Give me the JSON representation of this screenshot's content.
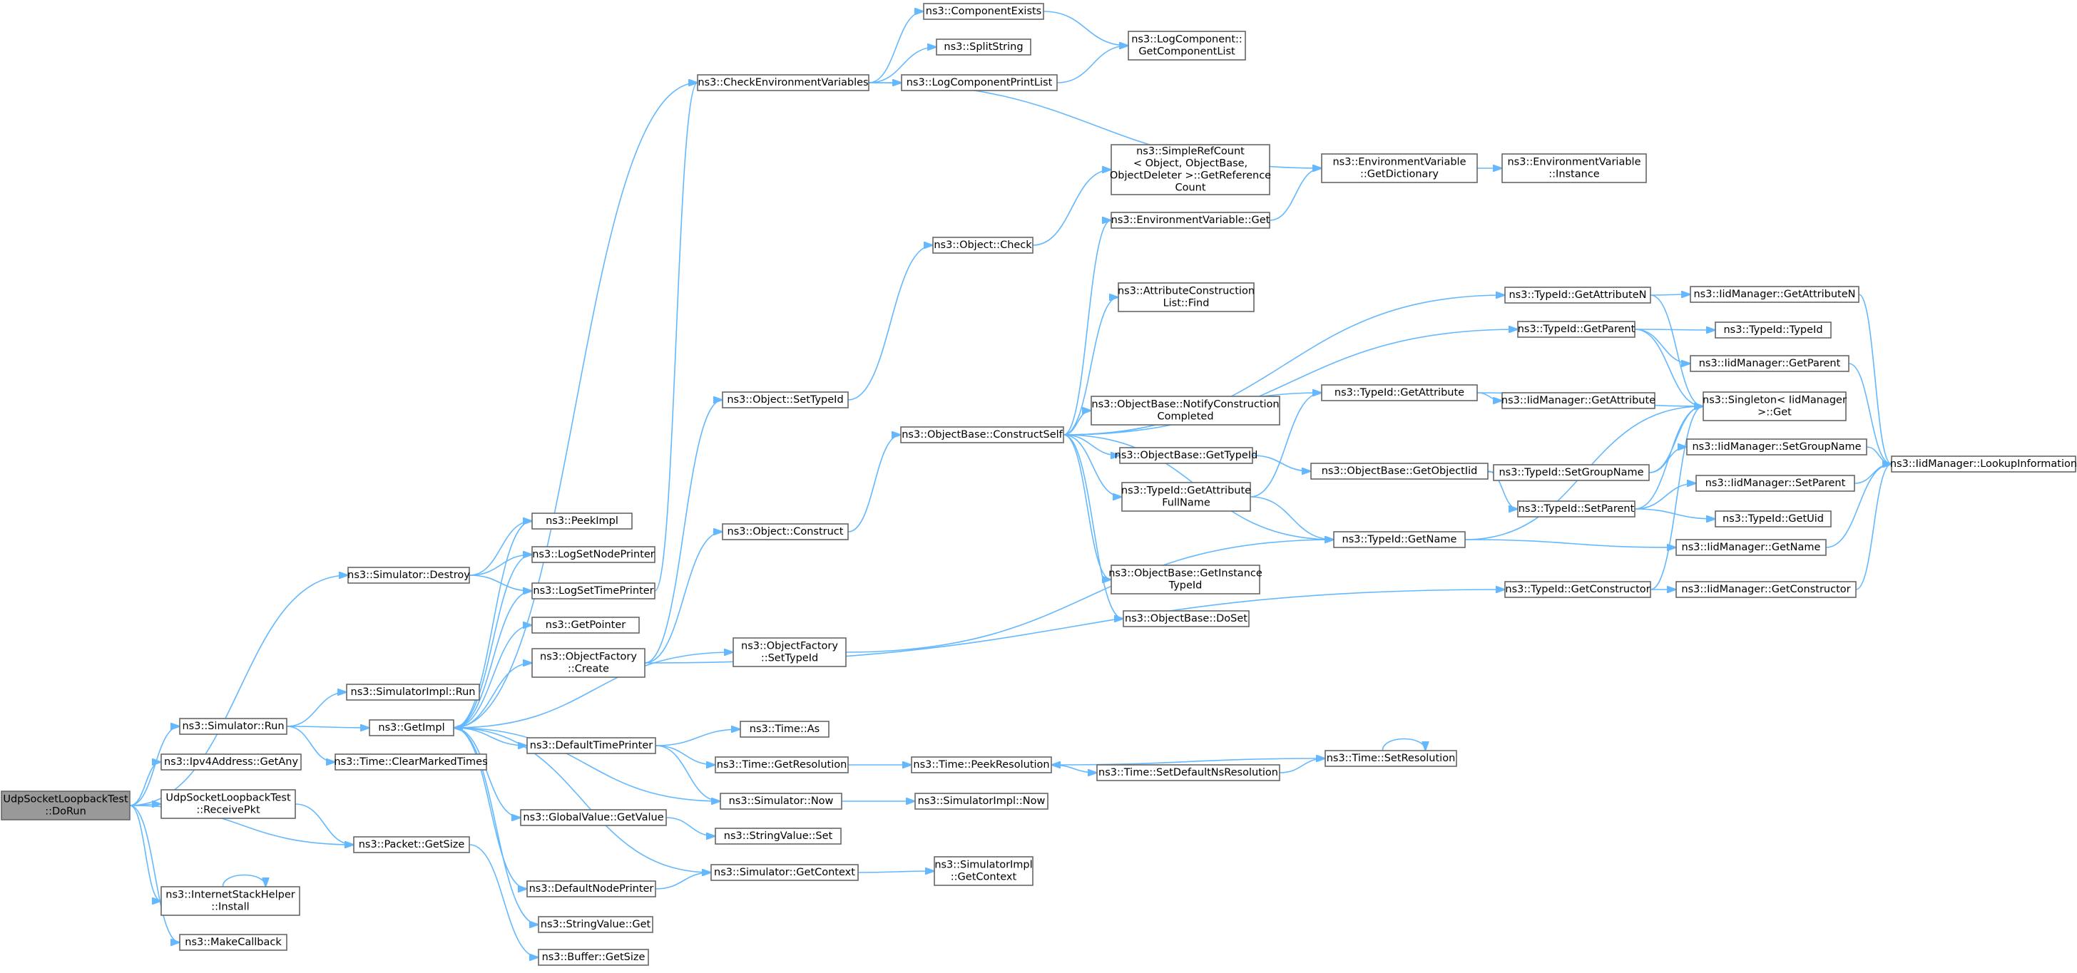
{
  "diagram": {
    "type": "call-graph",
    "colors": {
      "edge": "#63b8ff",
      "node_border": "#666666",
      "root_fill": "#999999",
      "node_fill": "#ffffff"
    },
    "nodes": [
      {
        "id": "doRun",
        "lines": [
          "UdpSocketLoopbackTest",
          "::DoRun"
        ],
        "root": true
      },
      {
        "id": "simDestroy",
        "lines": [
          "ns3::Simulator::Destroy"
        ]
      },
      {
        "id": "simRun",
        "lines": [
          "ns3::Simulator::Run"
        ]
      },
      {
        "id": "ipv4GetAny",
        "lines": [
          "ns3::Ipv4Address::GetAny"
        ]
      },
      {
        "id": "receivePkt",
        "lines": [
          "UdpSocketLoopbackTest",
          "::ReceivePkt"
        ]
      },
      {
        "id": "internetInstall",
        "lines": [
          "ns3::InternetStackHelper",
          "::Install"
        ]
      },
      {
        "id": "makeCallback",
        "lines": [
          "ns3::MakeCallback"
        ]
      },
      {
        "id": "peekImpl",
        "lines": [
          "ns3::PeekImpl"
        ]
      },
      {
        "id": "logSetNodePrinter",
        "lines": [
          "ns3::LogSetNodePrinter"
        ]
      },
      {
        "id": "logSetTimePrinter",
        "lines": [
          "ns3::LogSetTimePrinter"
        ]
      },
      {
        "id": "getPointer",
        "lines": [
          "ns3::GetPointer"
        ]
      },
      {
        "id": "objFactoryCreate",
        "lines": [
          "ns3::ObjectFactory",
          "::Create"
        ]
      },
      {
        "id": "simImplRun",
        "lines": [
          "ns3::SimulatorImpl::Run"
        ]
      },
      {
        "id": "getImpl",
        "lines": [
          "ns3::GetImpl"
        ]
      },
      {
        "id": "clearMarked",
        "lines": [
          "ns3::Time::ClearMarkedTimes"
        ]
      },
      {
        "id": "defaultTimePrinter",
        "lines": [
          "ns3::DefaultTimePrinter"
        ]
      },
      {
        "id": "globalValueGet",
        "lines": [
          "ns3::GlobalValue::GetValue"
        ]
      },
      {
        "id": "packetGetSize",
        "lines": [
          "ns3::Packet::GetSize"
        ]
      },
      {
        "id": "defaultNodePrinter",
        "lines": [
          "ns3::DefaultNodePrinter"
        ]
      },
      {
        "id": "stringValueGet",
        "lines": [
          "ns3::StringValue::Get"
        ]
      },
      {
        "id": "bufferGetSize",
        "lines": [
          "ns3::Buffer::GetSize"
        ]
      },
      {
        "id": "checkEnv",
        "lines": [
          "ns3::CheckEnvironmentVariables"
        ]
      },
      {
        "id": "objSetTypeId",
        "lines": [
          "ns3::Object::SetTypeId"
        ]
      },
      {
        "id": "objConstruct",
        "lines": [
          "ns3::Object::Construct"
        ]
      },
      {
        "id": "objFactorySetTypeId",
        "lines": [
          "ns3::ObjectFactory",
          "::SetTypeId"
        ]
      },
      {
        "id": "timeAs",
        "lines": [
          "ns3::Time::As"
        ]
      },
      {
        "id": "timeGetRes",
        "lines": [
          "ns3::Time::GetResolution"
        ]
      },
      {
        "id": "simNow",
        "lines": [
          "ns3::Simulator::Now"
        ]
      },
      {
        "id": "stringValueSet",
        "lines": [
          "ns3::StringValue::Set"
        ]
      },
      {
        "id": "simGetContext",
        "lines": [
          "ns3::Simulator::GetContext"
        ]
      },
      {
        "id": "componentExists",
        "lines": [
          "ns3::ComponentExists"
        ]
      },
      {
        "id": "splitString",
        "lines": [
          "ns3::SplitString"
        ]
      },
      {
        "id": "logCompPrintList",
        "lines": [
          "ns3::LogComponentPrintList"
        ]
      },
      {
        "id": "objCheck",
        "lines": [
          "ns3::Object::Check"
        ]
      },
      {
        "id": "constructSelf",
        "lines": [
          "ns3::ObjectBase::ConstructSelf"
        ]
      },
      {
        "id": "timePeekRes",
        "lines": [
          "ns3::Time::PeekResolution"
        ]
      },
      {
        "id": "simImplNow",
        "lines": [
          "ns3::SimulatorImpl::Now"
        ]
      },
      {
        "id": "simImplGetContext",
        "lines": [
          "ns3::SimulatorImpl",
          "::GetContext"
        ]
      },
      {
        "id": "logCompGetList",
        "lines": [
          "ns3::LogComponent::",
          "GetComponentList"
        ]
      },
      {
        "id": "simpleRefCount",
        "lines": [
          "ns3::SimpleRefCount",
          "< Object, ObjectBase,",
          "ObjectDeleter >::GetReference",
          "Count"
        ]
      },
      {
        "id": "envVarGet",
        "lines": [
          "ns3::EnvironmentVariable::Get"
        ]
      },
      {
        "id": "attrConstrFind",
        "lines": [
          "ns3::AttributeConstruction",
          "List::Find"
        ]
      },
      {
        "id": "notifyConstr",
        "lines": [
          "ns3::ObjectBase::NotifyConstruction",
          "Completed"
        ]
      },
      {
        "id": "objBaseGetTypeId",
        "lines": [
          "ns3::ObjectBase::GetTypeId"
        ]
      },
      {
        "id": "getAttrFullName",
        "lines": [
          "ns3::TypeId::GetAttribute",
          "FullName"
        ]
      },
      {
        "id": "getInstanceTypeId",
        "lines": [
          "ns3::ObjectBase::GetInstance",
          "TypeId"
        ]
      },
      {
        "id": "doSet",
        "lines": [
          "ns3::ObjectBase::DoSet"
        ]
      },
      {
        "id": "setDefaultNsRes",
        "lines": [
          "ns3::Time::SetDefaultNsResolution"
        ]
      },
      {
        "id": "envVarGetDict",
        "lines": [
          "ns3::EnvironmentVariable",
          "::GetDictionary"
        ]
      },
      {
        "id": "getObjectIid",
        "lines": [
          "ns3::ObjectBase::GetObjectIid"
        ]
      },
      {
        "id": "typeIdGetAttrN",
        "lines": [
          "ns3::TypeId::GetAttributeN"
        ]
      },
      {
        "id": "typeIdGetParent",
        "lines": [
          "ns3::TypeId::GetParent"
        ]
      },
      {
        "id": "typeIdGetAttr",
        "lines": [
          "ns3::TypeId::GetAttribute"
        ]
      },
      {
        "id": "typeIdGetName",
        "lines": [
          "ns3::TypeId::GetName"
        ]
      },
      {
        "id": "typeIdGetConstructor",
        "lines": [
          "ns3::TypeId::GetConstructor"
        ]
      },
      {
        "id": "timeSetRes",
        "lines": [
          "ns3::Time::SetResolution"
        ]
      },
      {
        "id": "envVarInstance",
        "lines": [
          "ns3::EnvironmentVariable",
          "::Instance"
        ]
      },
      {
        "id": "typeIdSetGroupName",
        "lines": [
          "ns3::TypeId::SetGroupName"
        ]
      },
      {
        "id": "typeIdSetParent",
        "lines": [
          "ns3::TypeId::SetParent"
        ]
      },
      {
        "id": "iidGetAttrN",
        "lines": [
          "ns3::IidManager::GetAttributeN"
        ]
      },
      {
        "id": "typeIdTypeId",
        "lines": [
          "ns3::TypeId::TypeId"
        ]
      },
      {
        "id": "iidGetParent",
        "lines": [
          "ns3::IidManager::GetParent"
        ]
      },
      {
        "id": "iidGetAttribute",
        "lines": [
          "ns3::IidManager::GetAttribute"
        ]
      },
      {
        "id": "singletonGet",
        "lines": [
          "ns3::Singleton< IidManager",
          " >::Get"
        ]
      },
      {
        "id": "iidSetGroupName",
        "lines": [
          "ns3::IidManager::SetGroupName"
        ]
      },
      {
        "id": "iidSetParent",
        "lines": [
          "ns3::IidManager::SetParent"
        ]
      },
      {
        "id": "typeIdGetUid",
        "lines": [
          "ns3::TypeId::GetUid"
        ]
      },
      {
        "id": "iidGetName",
        "lines": [
          "ns3::IidManager::GetName"
        ]
      },
      {
        "id": "iidGetConstructor",
        "lines": [
          "ns3::IidManager::GetConstructor"
        ]
      },
      {
        "id": "iidLookupInfo",
        "lines": [
          "ns3::IidManager::LookupInformation"
        ]
      }
    ],
    "edges": [
      [
        "doRun",
        "simDestroy"
      ],
      [
        "doRun",
        "simRun"
      ],
      [
        "doRun",
        "ipv4GetAny"
      ],
      [
        "doRun",
        "receivePkt"
      ],
      [
        "doRun",
        "packetGetSize"
      ],
      [
        "doRun",
        "internetInstall"
      ],
      [
        "doRun",
        "makeCallback"
      ],
      [
        "simDestroy",
        "peekImpl"
      ],
      [
        "simDestroy",
        "logSetNodePrinter"
      ],
      [
        "simDestroy",
        "logSetTimePrinter"
      ],
      [
        "simRun",
        "simImplRun"
      ],
      [
        "simRun",
        "getImpl"
      ],
      [
        "simRun",
        "clearMarked"
      ],
      [
        "receivePkt",
        "packetGetSize"
      ],
      [
        "internetInstall",
        "internetInstall"
      ],
      [
        "getImpl",
        "peekImpl"
      ],
      [
        "getImpl",
        "logSetNodePrinter"
      ],
      [
        "getImpl",
        "logSetTimePrinter"
      ],
      [
        "getImpl",
        "getPointer"
      ],
      [
        "getImpl",
        "objFactoryCreate"
      ],
      [
        "getImpl",
        "defaultTimePrinter"
      ],
      [
        "getImpl",
        "globalValueGet"
      ],
      [
        "getImpl",
        "defaultNodePrinter"
      ],
      [
        "getImpl",
        "stringValueGet"
      ],
      [
        "getImpl",
        "checkEnv"
      ],
      [
        "getImpl",
        "objFactorySetTypeId"
      ],
      [
        "logSetTimePrinter",
        "checkEnv"
      ],
      [
        "objFactoryCreate",
        "objSetTypeId"
      ],
      [
        "objFactoryCreate",
        "objConstruct"
      ],
      [
        "objFactoryCreate",
        "typeIdGetConstructor"
      ],
      [
        "defaultTimePrinter",
        "timeAs"
      ],
      [
        "defaultTimePrinter",
        "timeGetRes"
      ],
      [
        "defaultTimePrinter",
        "simNow"
      ],
      [
        "globalValueGet",
        "stringValueSet"
      ],
      [
        "defaultNodePrinter",
        "simGetContext"
      ],
      [
        "packetGetSize",
        "bufferGetSize"
      ],
      [
        "simNow",
        "getImpl"
      ],
      [
        "simNow",
        "simImplNow"
      ],
      [
        "simGetContext",
        "getImpl"
      ],
      [
        "simGetContext",
        "simImplGetContext"
      ],
      [
        "checkEnv",
        "componentExists"
      ],
      [
        "checkEnv",
        "splitString"
      ],
      [
        "checkEnv",
        "logCompPrintList"
      ],
      [
        "checkEnv",
        "envVarGetDict"
      ],
      [
        "componentExists",
        "logCompGetList"
      ],
      [
        "logCompPrintList",
        "logCompGetList"
      ],
      [
        "objSetTypeId",
        "objCheck"
      ],
      [
        "objCheck",
        "simpleRefCount"
      ],
      [
        "objConstruct",
        "constructSelf"
      ],
      [
        "objFactorySetTypeId",
        "typeIdGetName"
      ],
      [
        "timeGetRes",
        "timePeekRes"
      ],
      [
        "timePeekRes",
        "setDefaultNsRes"
      ],
      [
        "setDefaultNsRes",
        "timeSetRes"
      ],
      [
        "timeSetRes",
        "timePeekRes"
      ],
      [
        "timeSetRes",
        "timeSetRes"
      ],
      [
        "constructSelf",
        "envVarGet"
      ],
      [
        "constructSelf",
        "attrConstrFind"
      ],
      [
        "constructSelf",
        "typeIdGetAttrN"
      ],
      [
        "constructSelf",
        "typeIdGetParent"
      ],
      [
        "constructSelf",
        "typeIdGetAttr"
      ],
      [
        "constructSelf",
        "notifyConstr"
      ],
      [
        "constructSelf",
        "objBaseGetTypeId"
      ],
      [
        "constructSelf",
        "getAttrFullName"
      ],
      [
        "constructSelf",
        "typeIdGetName"
      ],
      [
        "constructSelf",
        "getInstanceTypeId"
      ],
      [
        "constructSelf",
        "doSet"
      ],
      [
        "envVarGet",
        "envVarGetDict"
      ],
      [
        "envVarGetDict",
        "envVarInstance"
      ],
      [
        "objBaseGetTypeId",
        "getObjectIid"
      ],
      [
        "getAttrFullName",
        "typeIdGetAttr"
      ],
      [
        "getAttrFullName",
        "typeIdGetName"
      ],
      [
        "getObjectIid",
        "typeIdSetGroupName"
      ],
      [
        "getObjectIid",
        "typeIdSetParent"
      ],
      [
        "typeIdGetAttrN",
        "iidGetAttrN"
      ],
      [
        "typeIdGetAttrN",
        "singletonGet"
      ],
      [
        "typeIdGetParent",
        "typeIdTypeId"
      ],
      [
        "typeIdGetParent",
        "iidGetParent"
      ],
      [
        "typeIdGetParent",
        "singletonGet"
      ],
      [
        "typeIdGetAttr",
        "iidGetAttribute"
      ],
      [
        "typeIdGetAttr",
        "singletonGet"
      ],
      [
        "typeIdGetName",
        "singletonGet"
      ],
      [
        "typeIdGetName",
        "iidGetName"
      ],
      [
        "typeIdGetConstructor",
        "singletonGet"
      ],
      [
        "typeIdGetConstructor",
        "iidGetConstructor"
      ],
      [
        "typeIdSetGroupName",
        "singletonGet"
      ],
      [
        "typeIdSetGroupName",
        "iidSetGroupName"
      ],
      [
        "typeIdSetParent",
        "singletonGet"
      ],
      [
        "typeIdSetParent",
        "iidSetParent"
      ],
      [
        "typeIdSetParent",
        "typeIdGetUid"
      ],
      [
        "iidGetAttrN",
        "iidLookupInfo"
      ],
      [
        "iidGetParent",
        "iidLookupInfo"
      ],
      [
        "iidSetGroupName",
        "iidLookupInfo"
      ],
      [
        "iidSetParent",
        "iidLookupInfo"
      ],
      [
        "iidGetName",
        "iidLookupInfo"
      ],
      [
        "iidGetConstructor",
        "iidLookupInfo"
      ]
    ]
  }
}
